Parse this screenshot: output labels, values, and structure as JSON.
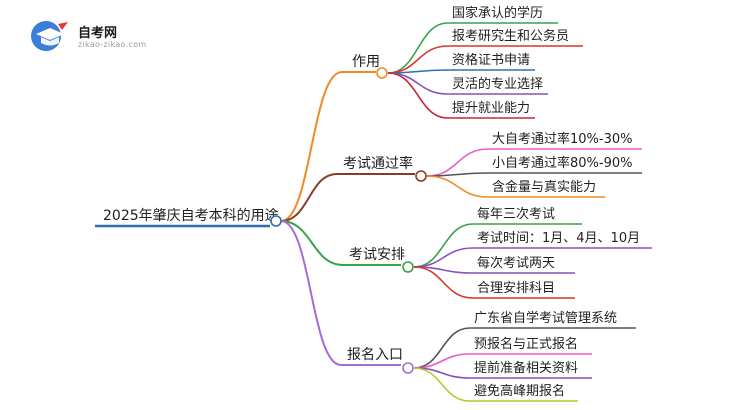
{
  "logo": {
    "name": "自考网",
    "url": "zikao-zikao.com"
  },
  "root": {
    "label": "2025年肇庆自考本科的用途",
    "color": "#2f6fb0"
  },
  "branches": [
    {
      "label": "作用",
      "color": "#f08a24",
      "children": [
        {
          "label": "国家承认的学历",
          "color": "#3aa24a"
        },
        {
          "label": "报考研究生和公务员",
          "color": "#d9352b"
        },
        {
          "label": "资格证书申请",
          "color": "#2e6fb5"
        },
        {
          "label": "灵活的专业选择",
          "color": "#8a4fbf"
        },
        {
          "label": "提升就业能力",
          "color": "#c7273b"
        }
      ]
    },
    {
      "label": "考试通过率",
      "color": "#8b3a2a",
      "children": [
        {
          "label": "大自考通过率10%-30%",
          "color": "#e85cc6"
        },
        {
          "label": "小自考通过率80%-90%",
          "color": "#555555"
        },
        {
          "label": "含金量与真实能力",
          "color": "#f08a24"
        }
      ]
    },
    {
      "label": "考试安排",
      "color": "#3aa24a",
      "children": [
        {
          "label": "每年三次考试",
          "color": "#3aa24a"
        },
        {
          "label": "考试时间：1月、4月、10月",
          "color": "#8a4fbf"
        },
        {
          "label": "每次考试两天",
          "color": "#8a4fbf"
        },
        {
          "label": "合理安排科目",
          "color": "#d9352b"
        }
      ]
    },
    {
      "label": "报名入口",
      "color": "#a86bd6",
      "children": [
        {
          "label": "广东省自学考试管理系统",
          "color": "#555555"
        },
        {
          "label": "预报名与正式报名",
          "color": "#e85cc6"
        },
        {
          "label": "提前准备相关资料",
          "color": "#8a4fbf"
        },
        {
          "label": "避免高峰期报名",
          "color": "#b5c92a"
        }
      ]
    }
  ]
}
